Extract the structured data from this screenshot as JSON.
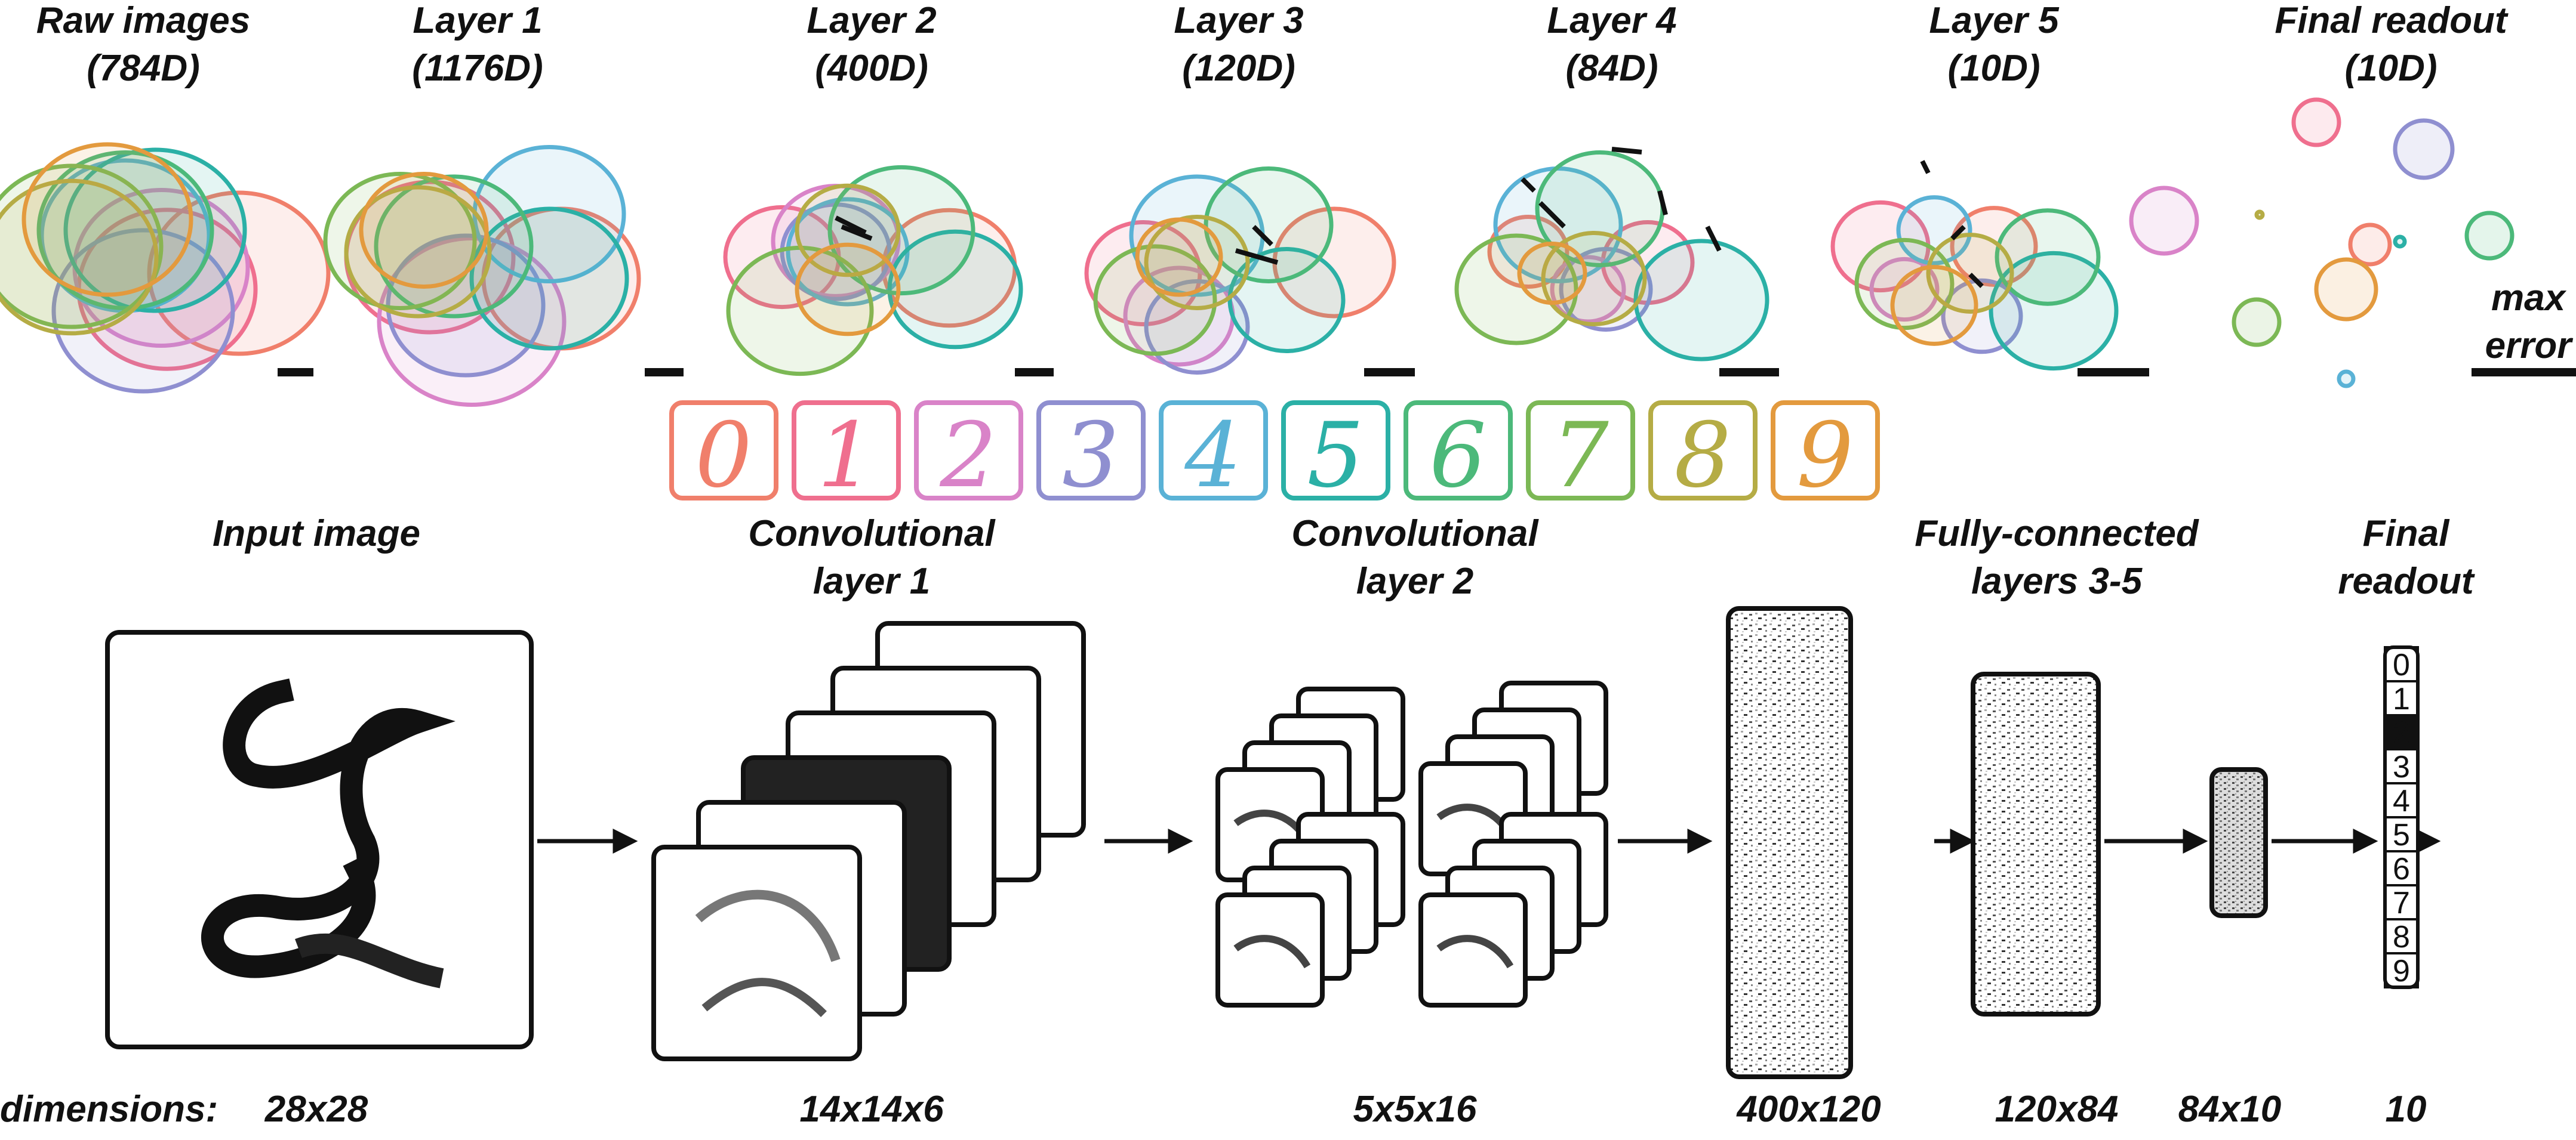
{
  "geometry_panels": [
    {
      "title": "Raw images",
      "dim": "(784D)"
    },
    {
      "title": "Layer 1",
      "dim": "(1176D)"
    },
    {
      "title": "Layer 2",
      "dim": "(400D)"
    },
    {
      "title": "Layer 3",
      "dim": "(120D)"
    },
    {
      "title": "Layer 4",
      "dim": "(84D)"
    },
    {
      "title": "Layer 5",
      "dim": "(10D)"
    },
    {
      "title": "Final readout",
      "dim": "(10D)"
    }
  ],
  "max_error": {
    "line1": "max",
    "line2": "error"
  },
  "digit_legend": [
    {
      "digit": "0",
      "color": "#f07f6b"
    },
    {
      "digit": "1",
      "color": "#ef6f8e"
    },
    {
      "digit": "2",
      "color": "#d983c8"
    },
    {
      "digit": "3",
      "color": "#8f8fd0"
    },
    {
      "digit": "4",
      "color": "#5ab2d6"
    },
    {
      "digit": "5",
      "color": "#2bb0a6"
    },
    {
      "digit": "6",
      "color": "#4cb97a"
    },
    {
      "digit": "7",
      "color": "#7cb855"
    },
    {
      "digit": "8",
      "color": "#b5ac45"
    },
    {
      "digit": "9",
      "color": "#e39a3e"
    }
  ],
  "network_stages": [
    {
      "label_lines": [
        "Input image"
      ],
      "dimension": "28x28"
    },
    {
      "label_lines": [
        "Convolutional",
        "layer 1"
      ],
      "dimension": "14x14x6"
    },
    {
      "label_lines": [
        "Convolutional",
        "layer 2"
      ],
      "dimension": "5x5x16"
    },
    {
      "label_lines": [],
      "dimension": "400x120"
    },
    {
      "label_lines": [
        "Fully-connected",
        "layers 3-5"
      ],
      "dimension": "120x84"
    },
    {
      "label_lines": [],
      "dimension": "84x10"
    },
    {
      "label_lines": [
        "Final",
        "readout"
      ],
      "dimension": "10"
    }
  ],
  "dimensions_prefix": "dimensions:",
  "readout": {
    "values": [
      "0",
      "1",
      "2",
      "3",
      "4",
      "5",
      "6",
      "7",
      "8",
      "9"
    ],
    "active": "2"
  }
}
